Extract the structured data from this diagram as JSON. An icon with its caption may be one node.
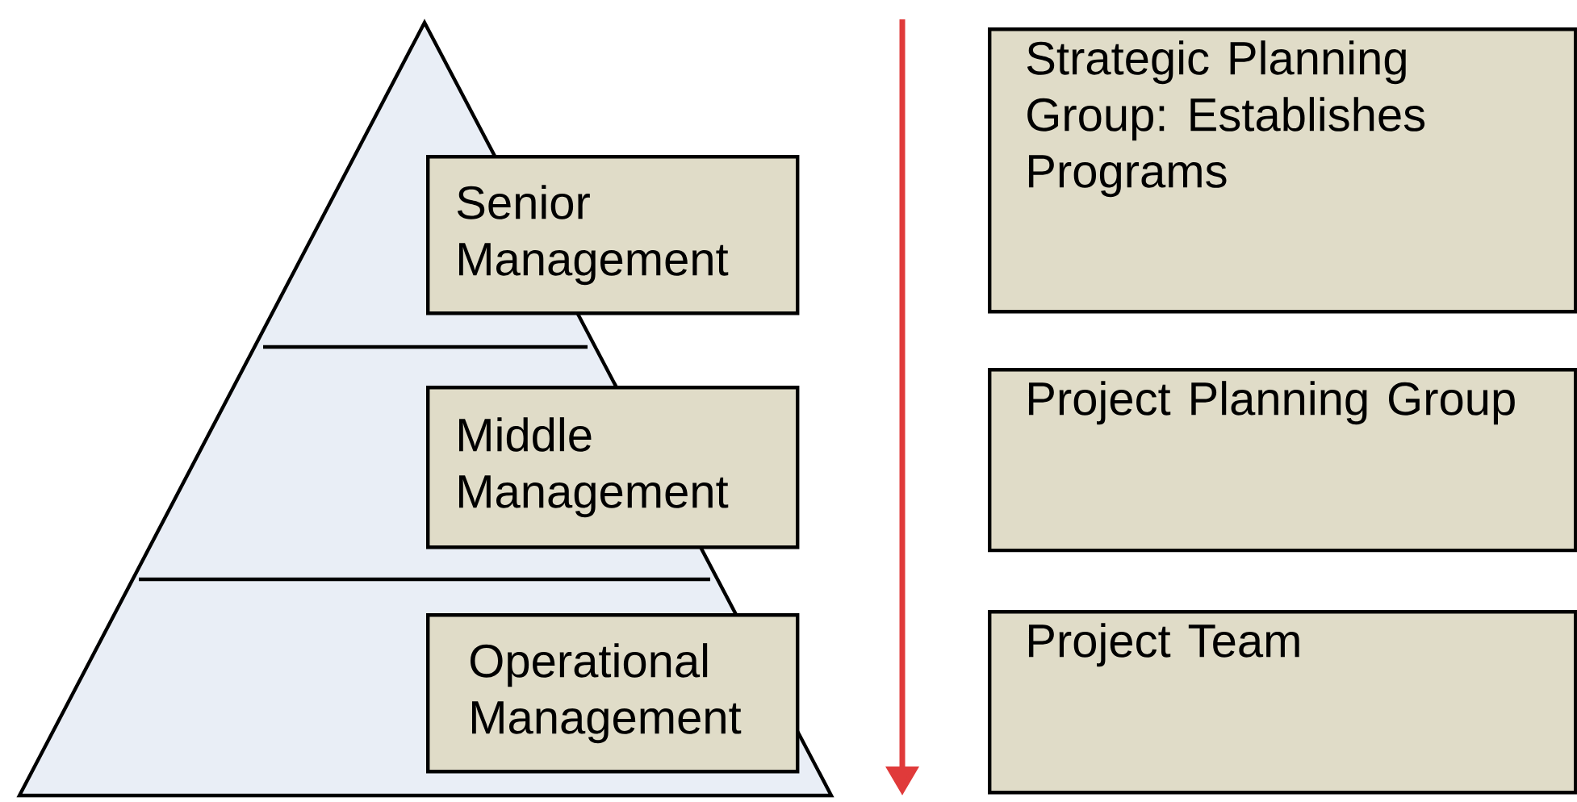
{
  "diagram": {
    "nodes": [
      {
        "text": [
          "Senior Management"
        ]
      },
      {
        "text": [
          "Middle Management"
        ]
      },
      {
        "text": [
          "Operational Management"
        ]
      },
      {
        "text": [
          "Strategic Planning Group: Establishes Programs"
        ]
      },
      {
        "text": [
          "Project Planning Group"
        ]
      },
      {
        "text": [
          "Project Team"
        ]
      }
    ]
  }
}
